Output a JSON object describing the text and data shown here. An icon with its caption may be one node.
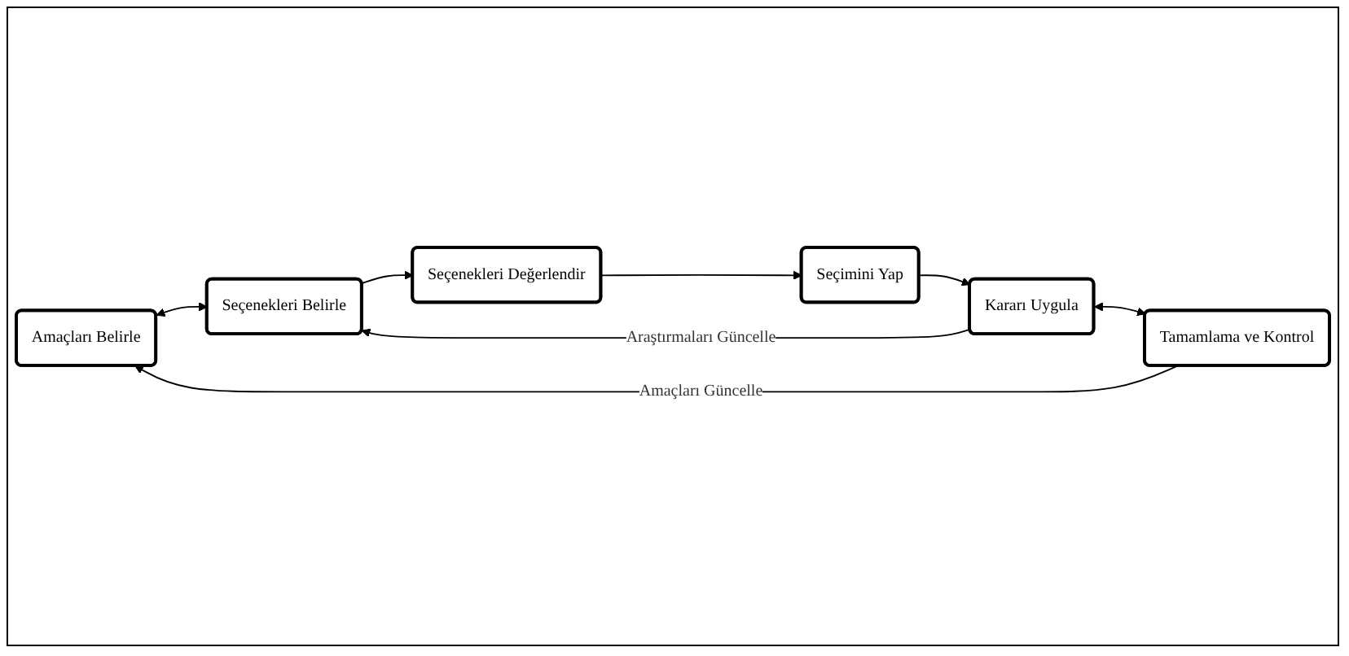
{
  "diagram": {
    "nodes": [
      {
        "text": [
          "Amaçları Belirle"
        ]
      },
      {
        "text": [
          "Seçenekleri Belirle"
        ]
      },
      {
        "text": [
          "Seçenekleri Değerlendir"
        ]
      },
      {
        "text": [
          "Tamamlama ve Kontrol"
        ]
      },
      {
        "text": [
          "Kararı Uygula"
        ]
      },
      {
        "text": [
          "Seçimini Yap"
        ]
      }
    ],
    "edges": [
      {
        "from": 0,
        "to": 1,
        "arrow": "both"
      },
      {
        "from": 1,
        "to": 2,
        "arrow": "to"
      },
      {
        "from": 2,
        "to": 5,
        "arrow": "to"
      },
      {
        "from": 5,
        "to": 4,
        "arrow": "to"
      },
      {
        "from": 4,
        "to": 3,
        "arrow": "both"
      },
      {
        "from": 3,
        "to": 0,
        "arrow": "to",
        "label": "Amaçları Güncelle"
      },
      {
        "from": 4,
        "to": 1,
        "arrow": "to",
        "label": "Araştırmaları Güncelle"
      }
    ]
  }
}
